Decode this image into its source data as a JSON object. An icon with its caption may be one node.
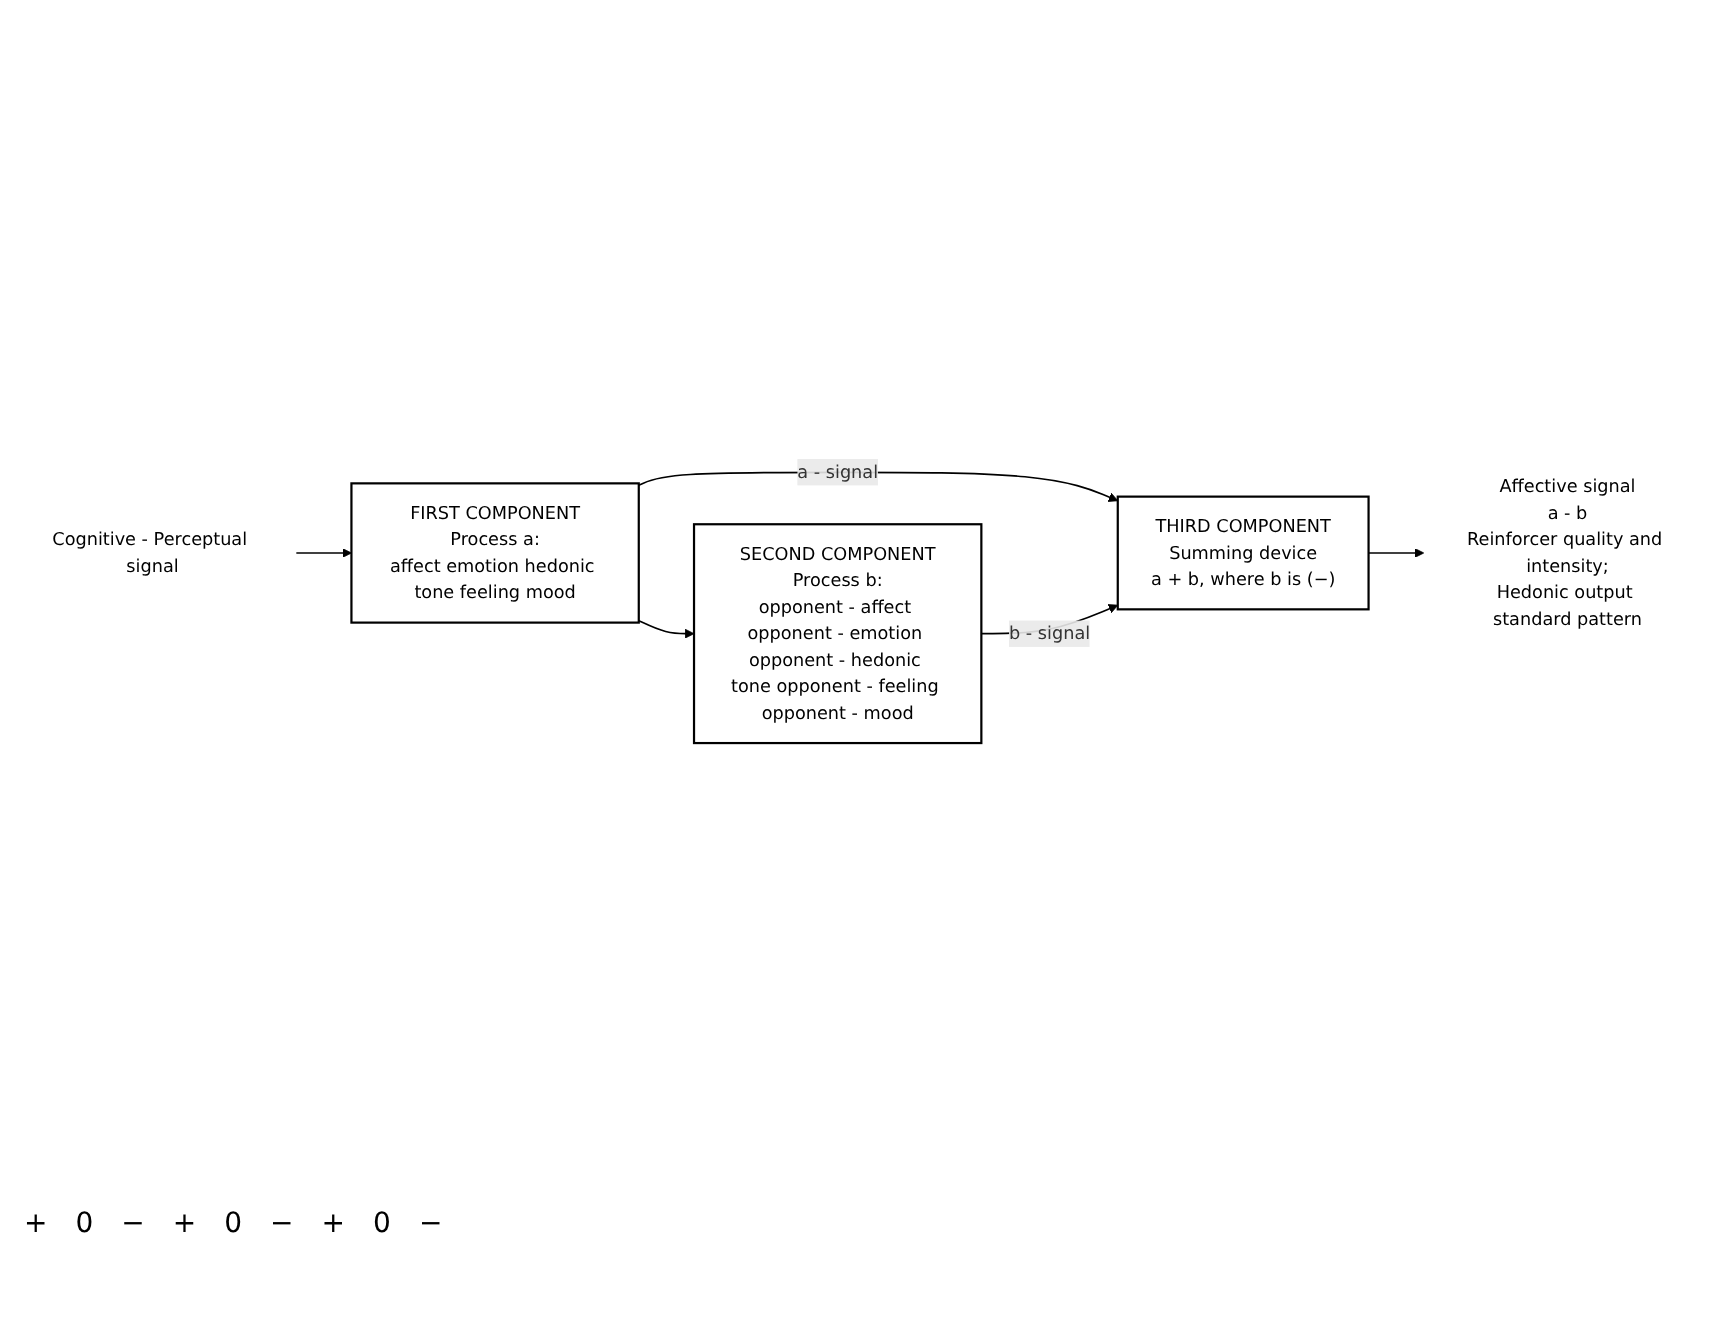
{
  "diagram": {
    "nodes": [
      {
        "text": [
          "Cognitive - Perceptual signal"
        ]
      },
      {
        "text": [
          "FIRST COMPONENT",
          "Process a:",
          "affect emotion hedonic tone feeling mood"
        ]
      },
      {
        "text": [
          "THIRD COMPONENT",
          "Summing device",
          "a + b, where b is (−)"
        ]
      },
      {
        "text": [
          "SECOND COMPONENT",
          "Process b:",
          "opponent - affect opponent - emotion opponent - hedonic tone opponent - feeling opponent - mood"
        ]
      },
      {
        "text": [
          "Affective signal",
          "a - b",
          "Reinforcer quality and intensity;",
          "Hedonic output standard pattern"
        ]
      }
    ],
    "edges": [
      {
        "from": 0,
        "to": 1,
        "arrow": "to"
      },
      {
        "from": 1,
        "to": 2,
        "arrow": "to",
        "label": "a - signal"
      },
      {
        "from": 1,
        "to": 3,
        "arrow": "to"
      },
      {
        "from": 3,
        "to": 2,
        "arrow": "to",
        "label": "b - signal"
      },
      {
        "from": 2,
        "to": 4,
        "arrow": "to"
      }
    ],
    "labels": [
      "+",
      "0",
      "−",
      "+",
      "0",
      "−",
      "+",
      "0",
      "−"
    ]
  }
}
